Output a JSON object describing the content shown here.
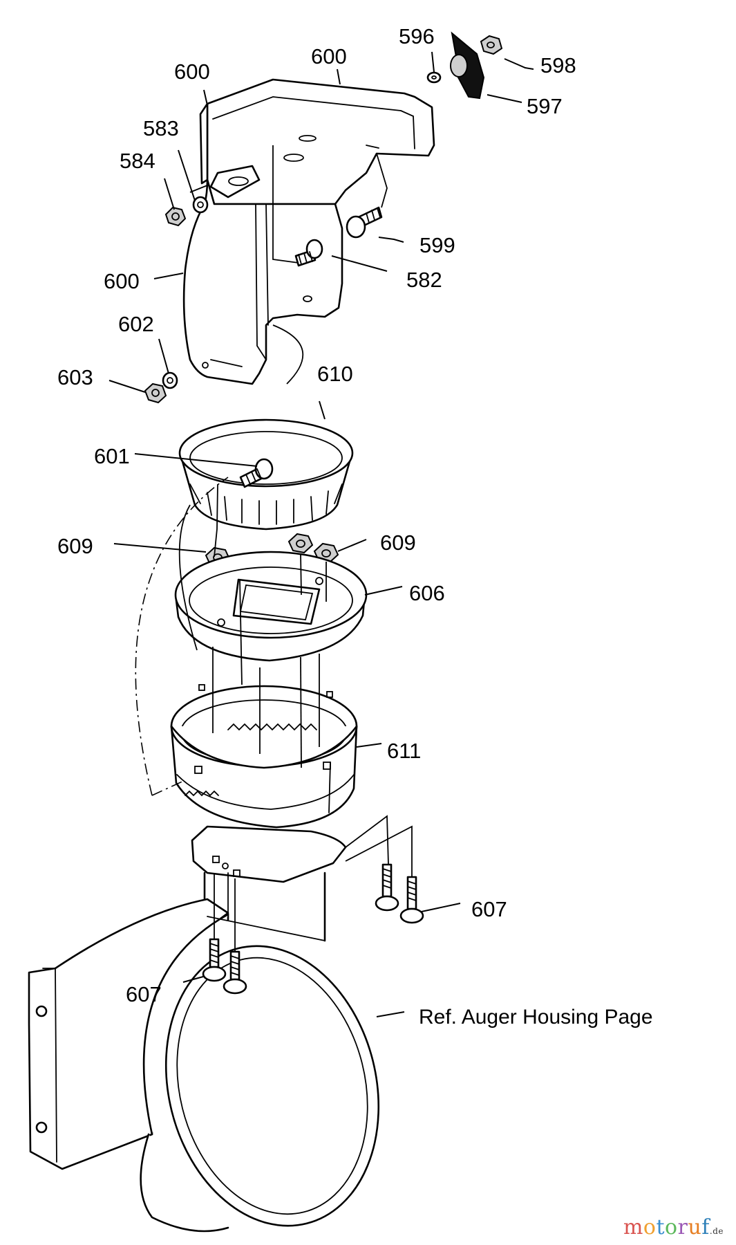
{
  "labels": {
    "p600_top": "600",
    "p600_left": "600",
    "p600_side": "600",
    "p596": "596",
    "p598": "598",
    "p597": "597",
    "p583": "583",
    "p584": "584",
    "p599": "599",
    "p582": "582",
    "p602": "602",
    "p603": "603",
    "p610": "610",
    "p601": "601",
    "p609_left": "609",
    "p609_right": "609",
    "p606": "606",
    "p611": "611",
    "p607_right": "607",
    "p607_left": "607",
    "ref_note": "Ref. Auger Housing Page"
  },
  "watermark": {
    "brand": [
      "m",
      "o",
      "t",
      "o",
      "r",
      "u",
      "f"
    ],
    "tld": ".de"
  }
}
